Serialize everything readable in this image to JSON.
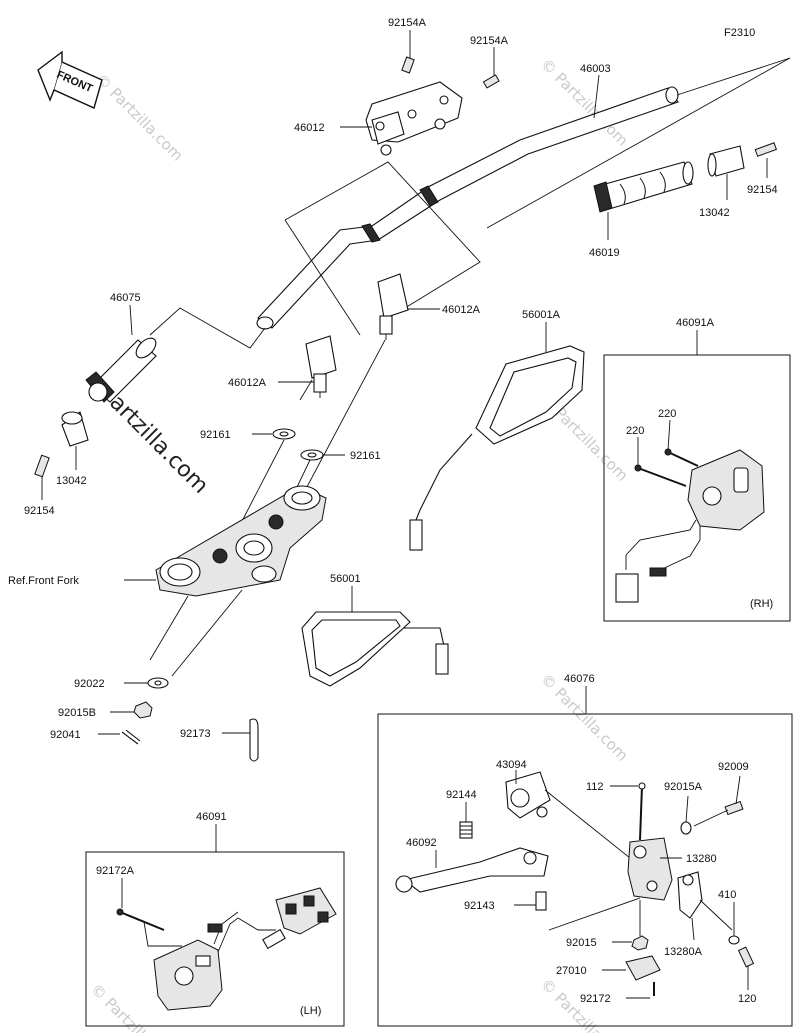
{
  "figure_code": "F2310",
  "front_label": "FRONT",
  "watermarks": [
    "© Partzilla.com",
    "Partzilla.com"
  ],
  "ref_label": "Ref.Front Fork",
  "box_tags": {
    "rh": "(RH)",
    "lh": "(LH)"
  },
  "callouts": {
    "c92154A_top": "92154A",
    "c92154A_right": "92154A",
    "c46003": "46003",
    "c46012": "46012",
    "c46019": "46019",
    "c13042_r": "13042",
    "c92154_r": "92154",
    "c46075": "46075",
    "c46012A_l": "46012A",
    "c46012A_r": "46012A",
    "c56001A": "56001A",
    "c46091A": "46091A",
    "c220_a": "220",
    "c220_b": "220",
    "c92161_l": "92161",
    "c92161_r": "92161",
    "c13042_l": "13042",
    "c92154_l": "92154",
    "c56001": "56001",
    "c92022": "92022",
    "c92015B": "92015B",
    "c92041": "92041",
    "c92173": "92173",
    "c46076": "46076",
    "c43094": "43094",
    "c92144": "92144",
    "c112": "112",
    "c92015A": "92015A",
    "c92009": "92009",
    "c46092": "46092",
    "c13280": "13280",
    "c92143": "92143",
    "c410": "410",
    "c13280A": "13280A",
    "c92015": "92015",
    "c27010": "27010",
    "c120": "120",
    "c92172": "92172",
    "c46091": "46091",
    "c92172A": "92172A"
  }
}
